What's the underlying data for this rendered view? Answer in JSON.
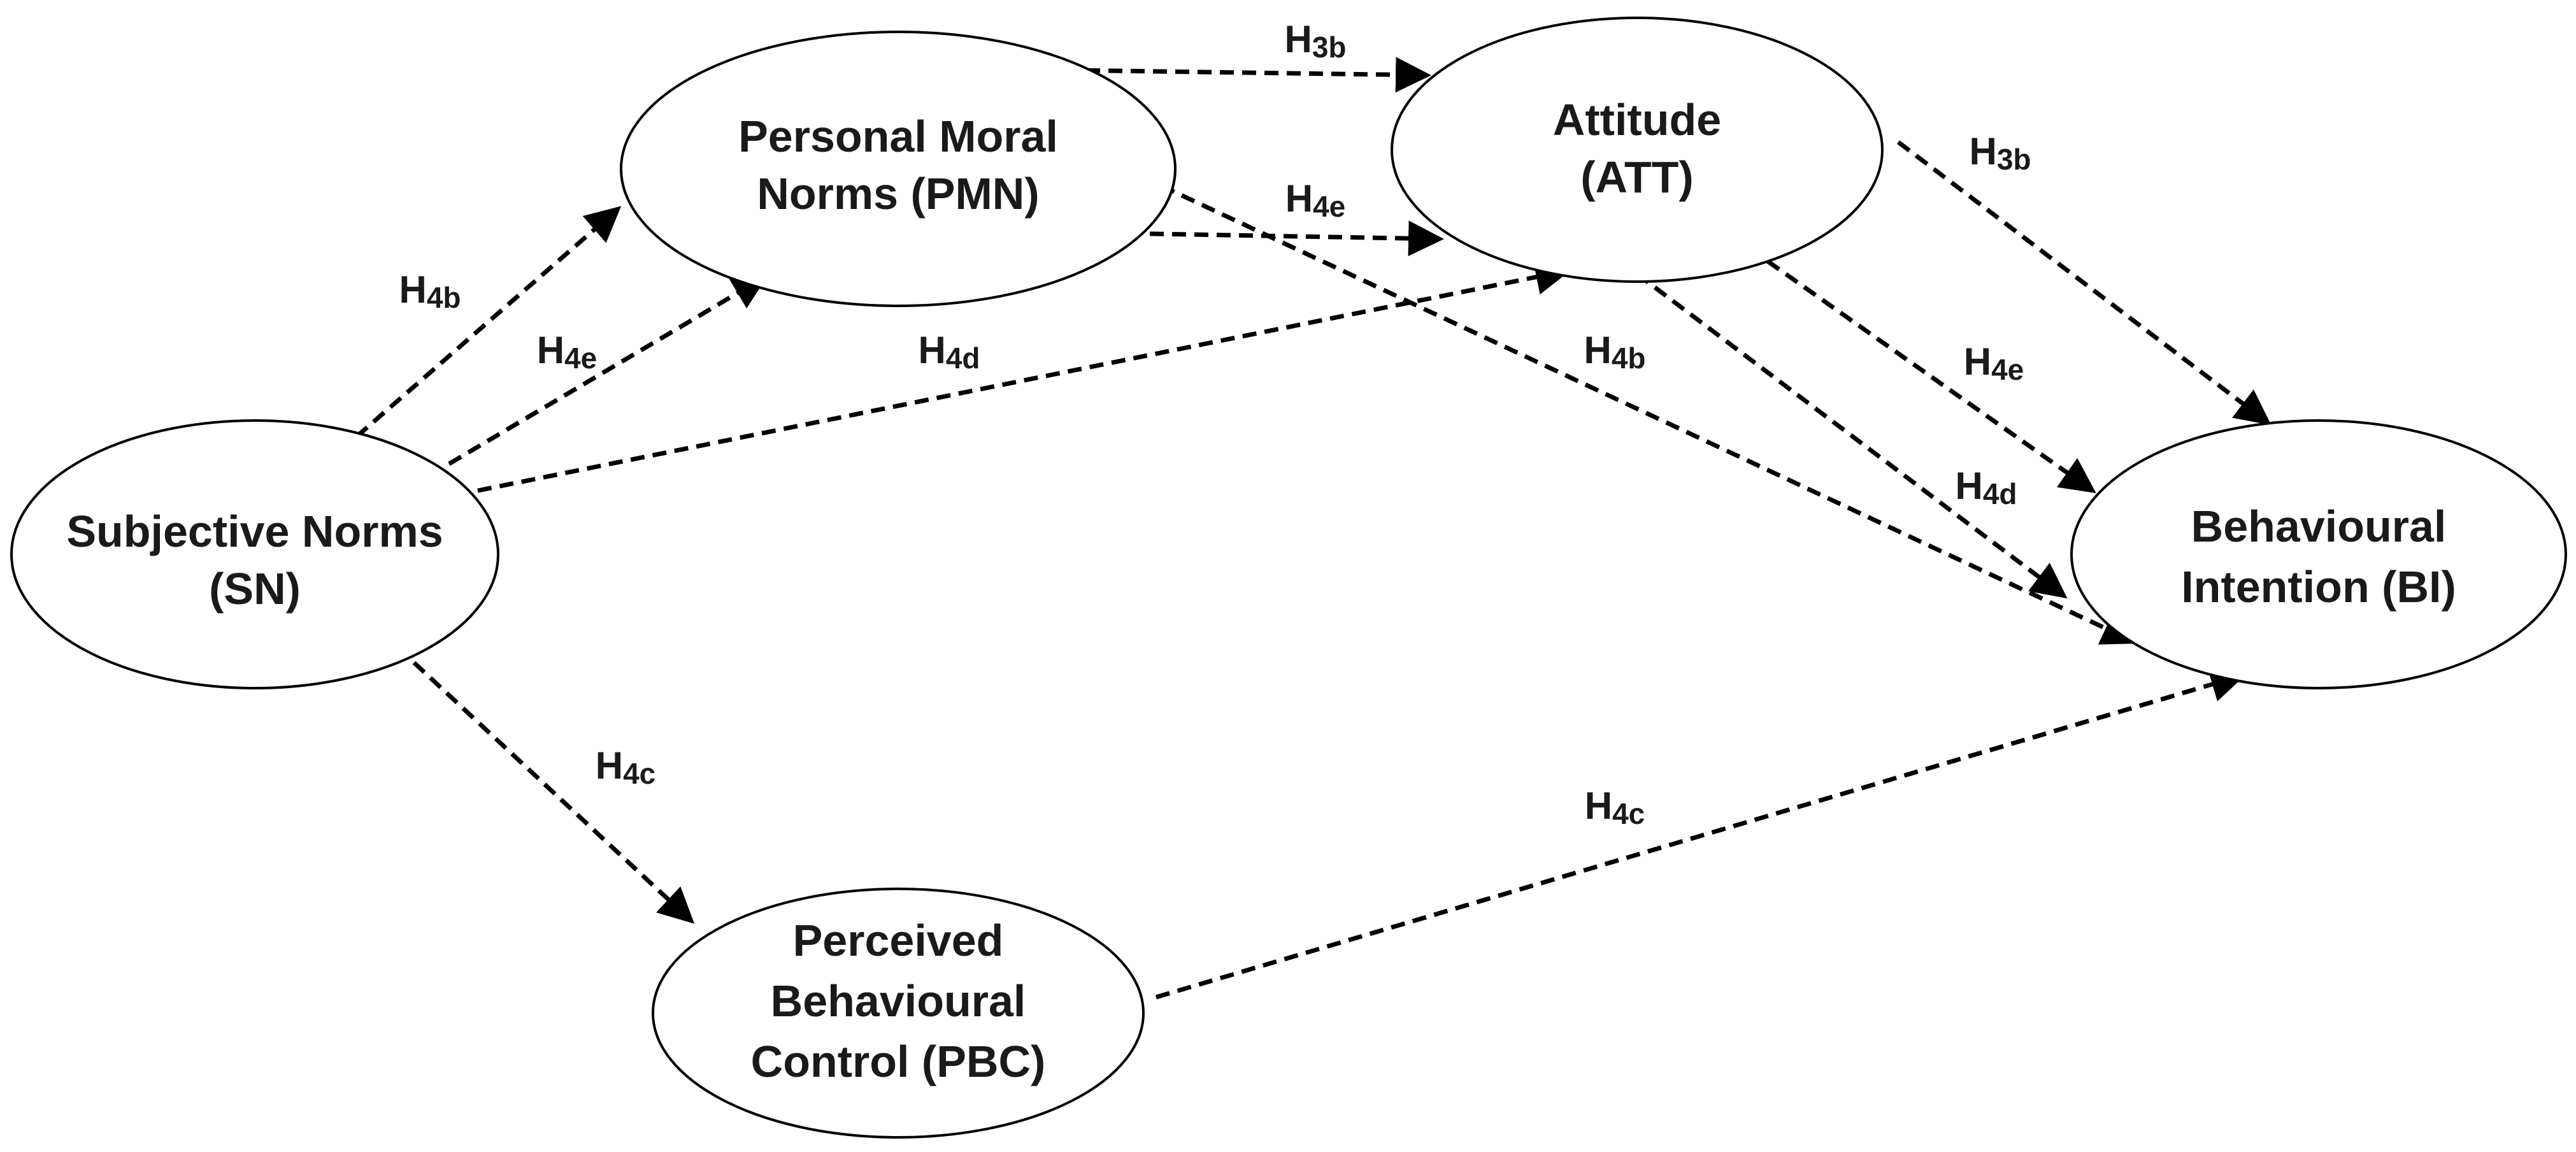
{
  "nodes": [
    {
      "id": "sn",
      "line1": "Subjective Norms",
      "line2": "(SN)"
    },
    {
      "id": "pmn",
      "line1": "Personal Moral",
      "line2": "Norms (PMN)"
    },
    {
      "id": "att",
      "line1": "Attitude",
      "line2": "(ATT)"
    },
    {
      "id": "bi",
      "line1": "Behavioural",
      "line2": "Intention (BI)"
    },
    {
      "id": "pbc",
      "line1": "Perceived",
      "line2": "Behavioural",
      "line3": "Control (PBC)"
    }
  ],
  "edges": [
    {
      "id": "pmn-att-top",
      "from": "pmn",
      "to": "att",
      "main": "H",
      "sub": "3b"
    },
    {
      "id": "pmn-att-low",
      "from": "pmn",
      "to": "att",
      "main": "H",
      "sub": "4e"
    },
    {
      "id": "pmn-bi",
      "from": "pmn",
      "to": "bi",
      "main": "H",
      "sub": "4b"
    },
    {
      "id": "att-bi-top",
      "from": "att",
      "to": "bi",
      "main": "H",
      "sub": "3b"
    },
    {
      "id": "att-bi-mid",
      "from": "att",
      "to": "bi",
      "main": "H",
      "sub": "4e"
    },
    {
      "id": "att-bi-low",
      "from": "att",
      "to": "bi",
      "main": "H",
      "sub": "4d"
    },
    {
      "id": "sn-pmn-a",
      "from": "sn",
      "to": "pmn",
      "main": "H",
      "sub": "4b"
    },
    {
      "id": "sn-pmn-b",
      "from": "sn",
      "to": "pmn",
      "main": "H",
      "sub": "4e"
    },
    {
      "id": "sn-att",
      "from": "sn",
      "to": "att",
      "main": "H",
      "sub": "4d"
    },
    {
      "id": "sn-pbc",
      "from": "sn",
      "to": "pbc",
      "main": "H",
      "sub": "4c"
    },
    {
      "id": "pbc-bi",
      "from": "pbc",
      "to": "bi",
      "main": "H",
      "sub": "4c"
    }
  ]
}
